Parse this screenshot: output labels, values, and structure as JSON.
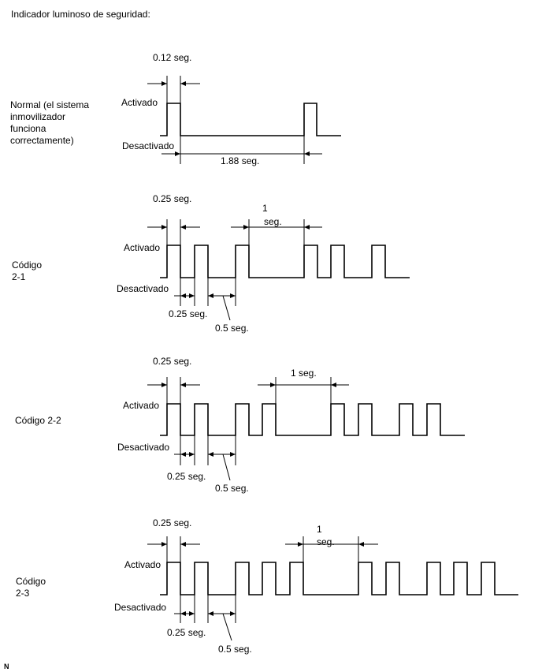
{
  "title": "Indicador luminoso de seguridad:",
  "label_on": "Activado",
  "label_off": "Desactivado",
  "footer_mark": "N",
  "line_color": "#000000",
  "diagrams": [
    {
      "name_lines": [
        "Normal (el sistema",
        "inmovilizador",
        "funciona",
        "correctamente)"
      ],
      "dims": {
        "on": "0.12 seg.",
        "off": "",
        "long": "1.88 seg."
      }
    },
    {
      "name_lines": [
        "Código",
        "2-1"
      ],
      "dims": {
        "on": "0.25 seg.",
        "off": "0.25 seg.",
        "long": "1 seg.",
        "short_gap": "0.5 seg."
      }
    },
    {
      "name_lines": [
        "Código 2-2"
      ],
      "dims": {
        "on": "0.25 seg.",
        "off": "0.25 seg.",
        "long": "1 seg.",
        "short_gap": "0.5 seg."
      }
    },
    {
      "name_lines": [
        "Código",
        "2-3"
      ],
      "dims": {
        "on": "0.25 seg.",
        "off": "0.25 seg.",
        "long": "1 seg.",
        "short_gap": "0.5 seg."
      }
    }
  ]
}
